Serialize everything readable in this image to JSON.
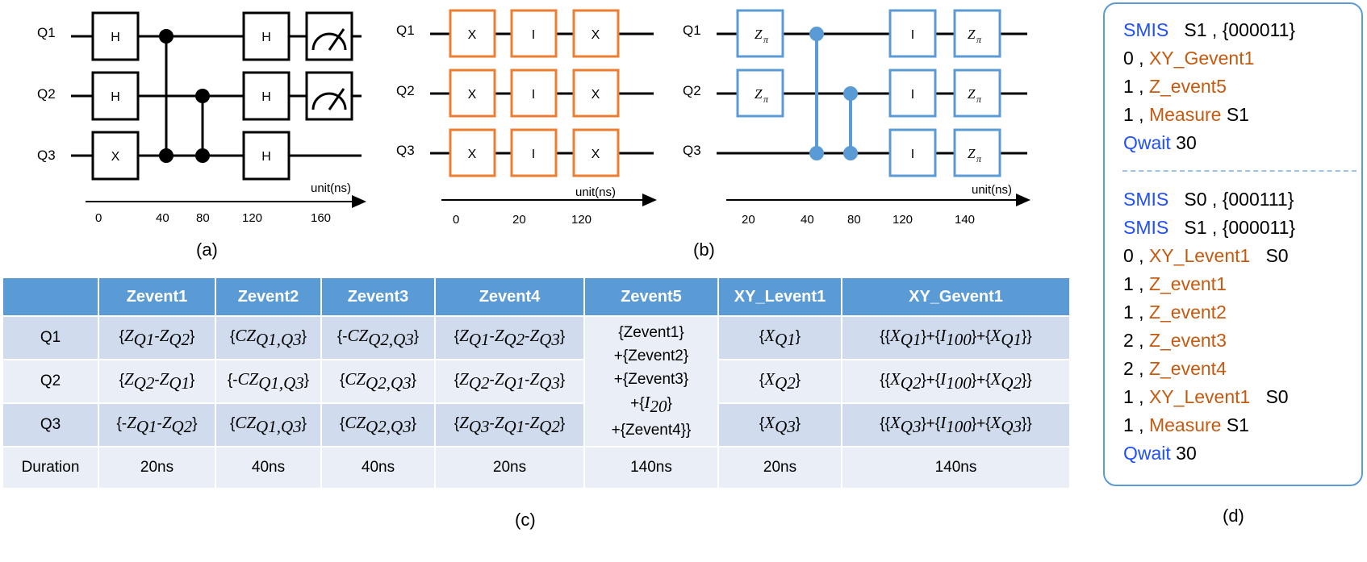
{
  "panel_labels": {
    "a": "(a)",
    "b": "(b)",
    "c": "(c)",
    "d": "(d)"
  },
  "circuits": {
    "a": {
      "qubits": [
        "Q1",
        "Q2",
        "Q3"
      ],
      "gates": {
        "h": "H",
        "x": "X"
      },
      "unit_label": "unit(ns)",
      "ticks": [
        "0",
        "40",
        "80",
        "120",
        "160"
      ]
    },
    "b": {
      "qubits": [
        "Q1",
        "Q2",
        "Q3"
      ],
      "gates": {
        "x": "X",
        "i": "I"
      },
      "unit_label": "unit(ns)",
      "ticks": [
        "0",
        "20",
        "120"
      ]
    },
    "c": {
      "qubits": [
        "Q1",
        "Q2",
        "Q3"
      ],
      "gates": {
        "z": "Z",
        "z_sub": "π",
        "i": "I"
      },
      "unit_label": "unit(ns)",
      "ticks": [
        "20",
        "40",
        "80",
        "120",
        "140"
      ]
    }
  },
  "table": {
    "headers": [
      "",
      "Zevent1",
      "Zevent2",
      "Zevent3",
      "Zevent4",
      "Zevent5",
      "XY_Levent1",
      "XY_Gevent1"
    ],
    "rows": [
      {
        "label": "Q1",
        "ze1": {
          "a": "Q1",
          "b": "Q2"
        },
        "ze2": {
          "sign": "",
          "sub": "Q1,Q3"
        },
        "ze3": {
          "sign": "-",
          "sub": "Q2,Q3"
        },
        "ze4": {
          "a": "Q1",
          "b": "Q2",
          "c": "Q3"
        },
        "xy_l": "Q1",
        "xy_g": {
          "q": "Q1",
          "i": "100"
        }
      },
      {
        "label": "Q2",
        "ze1": {
          "a": "Q2",
          "b": "Q1"
        },
        "ze2": {
          "sign": "-",
          "sub": "Q1,Q3"
        },
        "ze3": {
          "sign": "",
          "sub": "Q2,Q3"
        },
        "ze4": {
          "a": "Q2",
          "b": "Q1",
          "c": "Q3"
        },
        "xy_l": "Q2",
        "xy_g": {
          "q": "Q2",
          "i": "100"
        }
      },
      {
        "label": "Q3",
        "ze1": {
          "a": "Q1",
          "b": "Q2"
        },
        "ze2": {
          "sign": "",
          "sub": "Q1,Q3"
        },
        "ze3": {
          "sign": "",
          "sub": "Q2,Q3"
        },
        "ze4": {
          "a": "Q3",
          "b": "Q1",
          "c": "Q2"
        },
        "xy_l": "Q3",
        "xy_g": {
          "q": "Q3",
          "i": "100"
        }
      }
    ],
    "zevent5": [
      "{Zevent1}",
      "+{Zevent2}",
      "+{Zevent3}",
      "+{",
      "I",
      "20",
      "}",
      "+{Zevent4}}"
    ],
    "duration": [
      "Duration",
      "20ns",
      "40ns",
      "40ns",
      "20ns",
      "140ns",
      "20ns",
      "140ns"
    ]
  },
  "code_block_1": [
    {
      "num": "SMIS",
      "op": "",
      "arg": "   S1 , {000011}"
    },
    {
      "num": "0 , ",
      "op": "XY_Gevent1",
      "arg": ""
    },
    {
      "num": "1 , ",
      "op": "Z_event5",
      "arg": ""
    },
    {
      "num": "1 , ",
      "op": "Measure",
      "arg": " S1"
    },
    {
      "num": "Qwait",
      "op": "",
      "arg": " 30"
    }
  ],
  "code_block_2": [
    {
      "num": "SMIS",
      "op": "",
      "arg": "   S0 , {000111}"
    },
    {
      "num": "SMIS",
      "op": "",
      "arg": "   S1 , {000011}"
    },
    {
      "num": "0 , ",
      "op": "XY_Levent1",
      "arg": "   S0"
    },
    {
      "num": "1 , ",
      "op": "Z_event1",
      "arg": ""
    },
    {
      "num": "1 , ",
      "op": "Z_event2",
      "arg": ""
    },
    {
      "num": "2 , ",
      "op": "Z_event3",
      "arg": ""
    },
    {
      "num": "2 , ",
      "op": "Z_event4",
      "arg": ""
    },
    {
      "num": "1 , ",
      "op": "XY_Levent1",
      "arg": "   S0"
    },
    {
      "num": "1 , ",
      "op": "Measure",
      "arg": " S1"
    },
    {
      "num": "Qwait",
      "op": "",
      "arg": " 30"
    }
  ],
  "colors": {
    "header_blue": "#5b9bd5",
    "orange": "#ed7d31",
    "gate_blue": "#5b9bd5",
    "keyword_blue": "#1f4fff",
    "op_orange": "#c55a11"
  }
}
